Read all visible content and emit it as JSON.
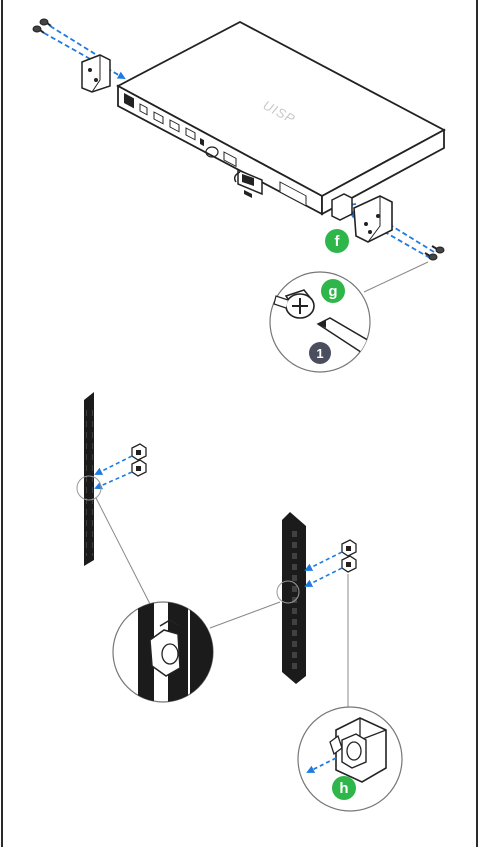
{
  "step_labels": {
    "bracket_attach": "f",
    "screw_detail": "g",
    "screw_count": "1",
    "cage_nut_insert": "h"
  },
  "device": {
    "brand_logo": "UISP"
  },
  "colors": {
    "step_green": "#2fb64a",
    "count_badge": "#4a4e5e",
    "arrow_blue": "#1f7be0",
    "outline": "#222222",
    "rail_black": "#1b1b1b"
  },
  "icons": [
    "screw-icon",
    "screwdriver-icon",
    "mounting-bracket-icon",
    "cage-nut-icon",
    "rack-rail-icon",
    "magnifier-callout-icon"
  ]
}
